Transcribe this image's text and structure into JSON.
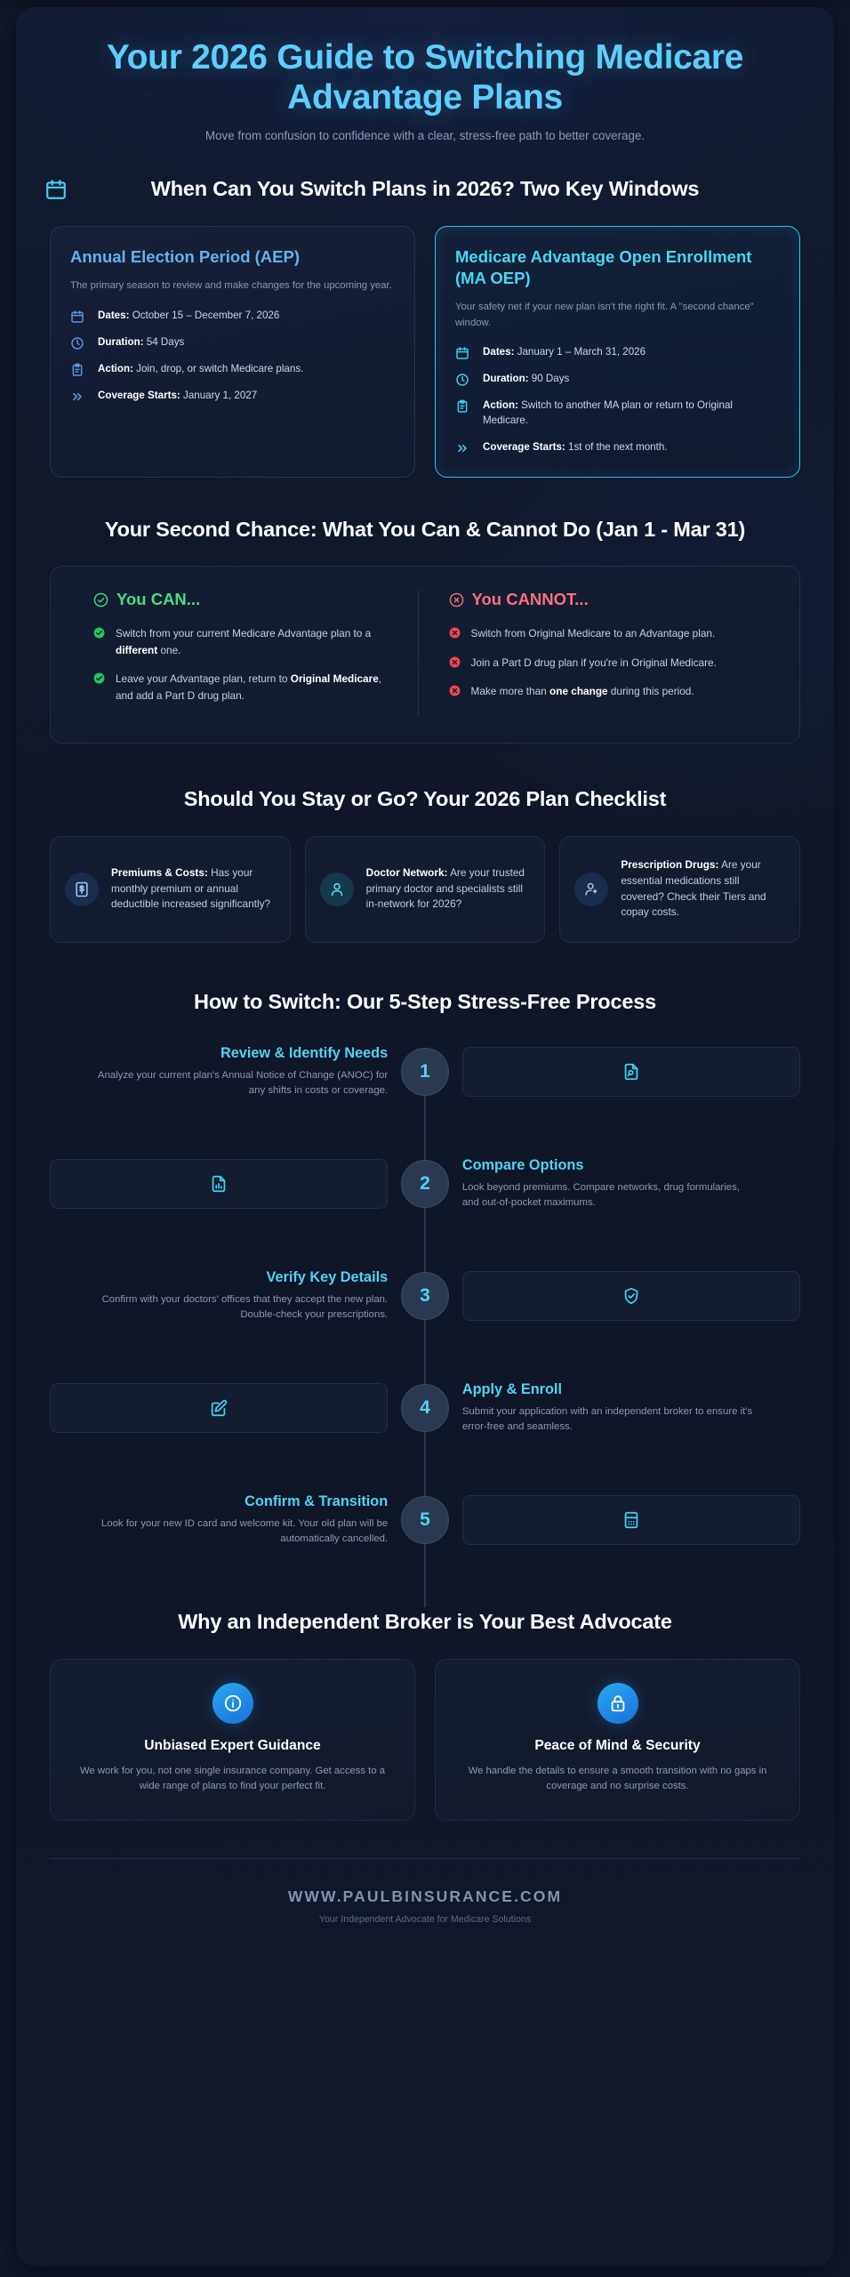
{
  "hero": {
    "title": "Your 2026 Guide to Switching Medicare Advantage Plans",
    "subtitle": "Move from confusion to confidence with a clear, stress-free path to better coverage.",
    "title_color": "#5ecdfb"
  },
  "windows_section": {
    "icon": "calendar-icon",
    "heading": "When Can You Switch Plans in 2026? Two Key Windows",
    "cards": [
      {
        "title": "Annual Election Period (AEP)",
        "description": "The primary season to review and make changes for the upcoming year.",
        "accent": false,
        "rows": [
          {
            "icon": "calendar-icon",
            "label": "Dates:",
            "value": "October 15 – December 7, 2026"
          },
          {
            "icon": "clock-icon",
            "label": "Duration:",
            "value": "54 Days"
          },
          {
            "icon": "clipboard-icon",
            "label": "Action:",
            "value": "Join, drop, or switch Medicare plans."
          },
          {
            "icon": "chevrons-right-icon",
            "label": "Coverage Starts:",
            "value": "January 1, 2027"
          }
        ]
      },
      {
        "title": "Medicare Advantage Open Enrollment (MA OEP)",
        "description": "Your safety net if your new plan isn't the right fit. A \"second chance\" window.",
        "accent": true,
        "accent_color": "#2fc6e8",
        "rows": [
          {
            "icon": "calendar-icon",
            "label": "Dates:",
            "value": "January 1 – March 31, 2026"
          },
          {
            "icon": "clock-icon",
            "label": "Duration:",
            "value": "90 Days"
          },
          {
            "icon": "clipboard-icon",
            "label": "Action:",
            "value": "Switch to another MA plan or return to Original Medicare."
          },
          {
            "icon": "chevrons-right-icon",
            "label": "Coverage Starts:",
            "value": "1st of the next month."
          }
        ]
      }
    ]
  },
  "second_chance": {
    "heading": "Your Second Chance: What You Can & Cannot Do (Jan 1 - Mar 31)",
    "can": {
      "icon": "check-circle-icon",
      "title": "You CAN...",
      "color": "#4ade80",
      "items": [
        {
          "pre": "Switch from your current Medicare Advantage plan to a ",
          "bold": "different",
          "post": " one."
        },
        {
          "pre": "Leave your Advantage plan, return to ",
          "bold": "Original Medicare",
          "post": ", and add a Part D drug plan."
        }
      ]
    },
    "cannot": {
      "icon": "x-circle-icon",
      "title": "You CANNOT...",
      "color": "#f8717f",
      "items": [
        {
          "pre": "Switch from Original Medicare to an Advantage plan.",
          "bold": "",
          "post": ""
        },
        {
          "pre": "Join a Part D drug plan if you're in Original Medicare.",
          "bold": "",
          "post": ""
        },
        {
          "pre": "Make more than ",
          "bold": "one change",
          "post": " during this period."
        }
      ]
    }
  },
  "checklist": {
    "heading": "Should You Stay or Go? Your 2026 Plan Checklist",
    "cards": [
      {
        "icon": "dollar-document-icon",
        "tone": "blue",
        "bold": "Premiums & Costs:",
        "text": " Has your monthly premium or annual deductible increased significantly?"
      },
      {
        "icon": "user-icon",
        "tone": "teal",
        "bold": "Doctor Network:",
        "text": " Are your trusted primary doctor and specialists still in-network for 2026?"
      },
      {
        "icon": "pill-user-icon",
        "tone": "blue",
        "bold": "Prescription Drugs:",
        "text": " Are your essential medications still covered? Check their Tiers and copay costs."
      }
    ]
  },
  "process": {
    "heading": "How to Switch: Our 5-Step Stress-Free Process",
    "steps": [
      {
        "number": "1",
        "title": "Review & Identify Needs",
        "description": "Analyze your current plan's Annual Notice of Change (ANOC) for any shifts in costs or coverage.",
        "icon": "file-search-icon",
        "side": "left"
      },
      {
        "number": "2",
        "title": "Compare Options",
        "description": "Look beyond premiums. Compare networks, drug formularies, and out-of-pocket maximums.",
        "icon": "file-chart-icon",
        "side": "right"
      },
      {
        "number": "3",
        "title": "Verify Key Details",
        "description": "Confirm with your doctors' offices that they accept the new plan. Double-check your prescriptions.",
        "icon": "shield-check-icon",
        "side": "left"
      },
      {
        "number": "4",
        "title": "Apply & Enroll",
        "description": "Submit your application with an independent broker to ensure it's error-free and seamless.",
        "icon": "edit-square-icon",
        "side": "right"
      },
      {
        "number": "5",
        "title": "Confirm & Transition",
        "description": "Look for your new ID card and welcome kit. Your old plan will be automatically cancelled.",
        "icon": "id-card-icon",
        "side": "left"
      }
    ]
  },
  "broker": {
    "heading": "Why an Independent Broker is Your Best Advocate",
    "cards": [
      {
        "icon": "info-icon",
        "title": "Unbiased Expert Guidance",
        "text": "We work for you, not one single insurance company. Get access to a wide range of plans to find your perfect fit."
      },
      {
        "icon": "lock-icon",
        "title": "Peace of Mind & Security",
        "text": "We handle the details to ensure a smooth transition with no gaps in coverage and no surprise costs."
      }
    ]
  },
  "footer": {
    "url": "WWW.PAULBINSURANCE.COM",
    "tagline": "Your Independent Advocate for Medicare Solutions"
  }
}
